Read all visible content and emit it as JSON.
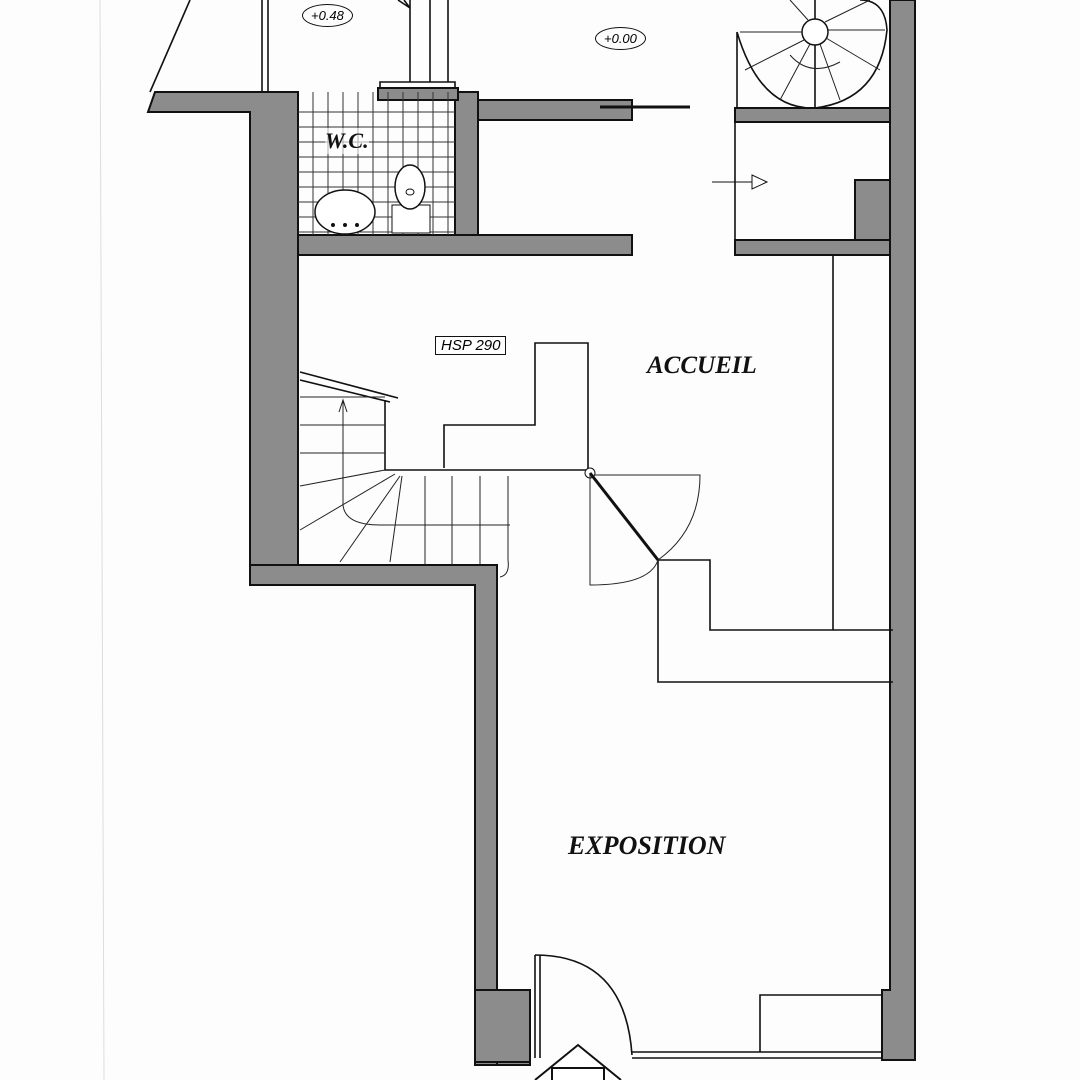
{
  "rooms": {
    "wc": "W.C.",
    "accueil": "ACCUEIL",
    "exposition": "EXPOSITION"
  },
  "elevations": {
    "upper_left": "+0.48",
    "upper_middle": "+0.00"
  },
  "ceiling_height": "HSP 290"
}
